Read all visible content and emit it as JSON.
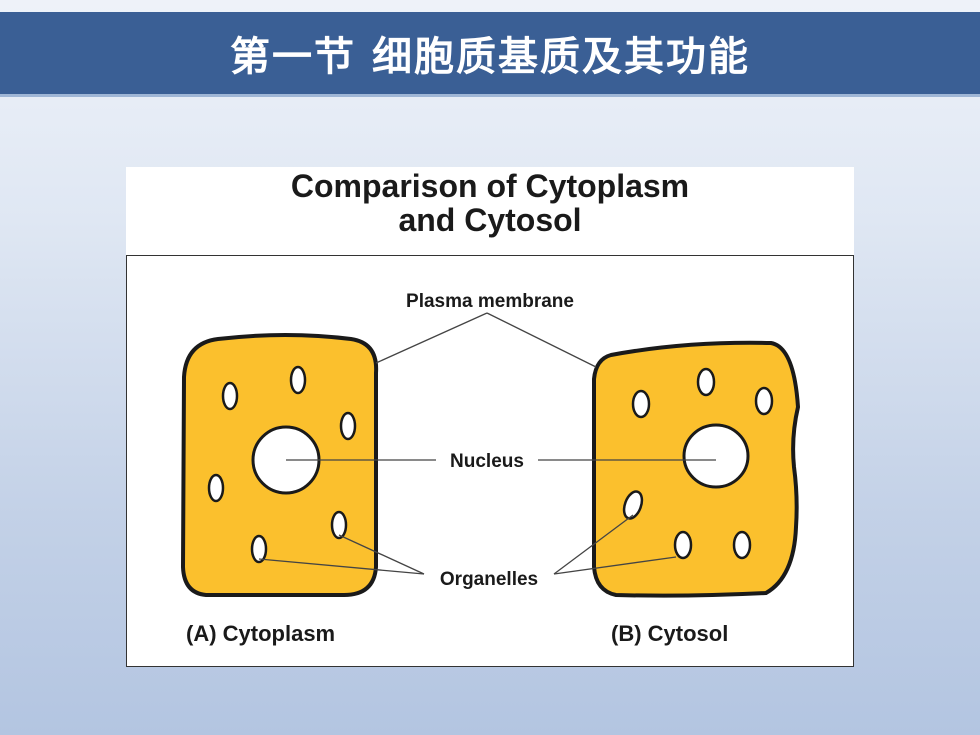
{
  "slide": {
    "title": "第一节  细胞质基质及其功能"
  },
  "figure": {
    "heading_line1": "Comparison of Cytoplasm",
    "heading_line2": "and Cytosol",
    "labels": {
      "plasma_membrane": "Plasma membrane",
      "nucleus": "Nucleus",
      "organelles": "Organelles",
      "panel_a": "(A) Cytoplasm",
      "panel_b": "(B) Cytosol"
    },
    "colors": {
      "cell_fill": "#fbc02d",
      "outline": "#1a1a1a",
      "title_bar": "#3a5f95"
    }
  }
}
